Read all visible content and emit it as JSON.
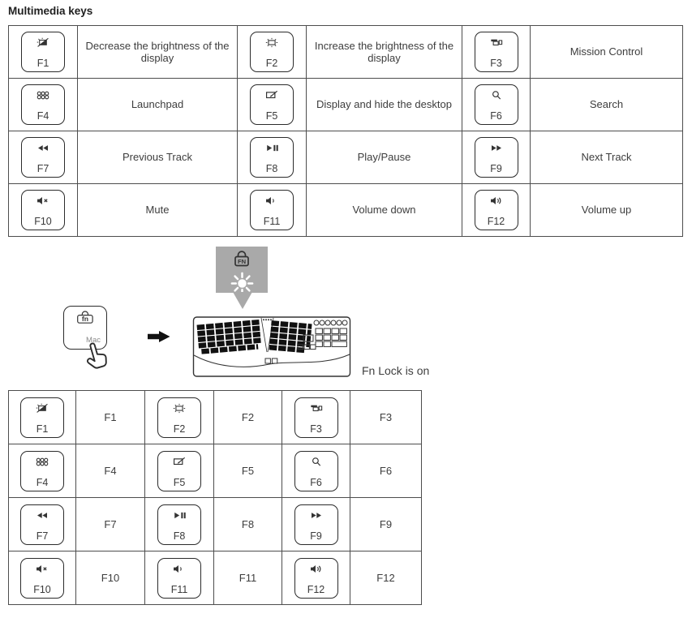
{
  "title": "Multimedia keys",
  "colors": {
    "line": "#4d4d4d",
    "text": "#3d3d3d",
    "callout_gray": "#a9a9a9",
    "key_border": "#2b2b2b"
  },
  "multimedia": {
    "rows": [
      [
        {
          "key": "F1",
          "icon": "brightness-down"
        },
        {
          "text": "Decrease the brightness of the display"
        },
        {
          "key": "F2",
          "icon": "brightness-up"
        },
        {
          "text": "Increase the brightness of the display"
        },
        {
          "key": "F3",
          "icon": "mission-control"
        },
        {
          "text": "Mission Control"
        }
      ],
      [
        {
          "key": "F4",
          "icon": "launchpad"
        },
        {
          "text": "Launchpad"
        },
        {
          "key": "F5",
          "icon": "desktop"
        },
        {
          "text": "Display and hide the desktop"
        },
        {
          "key": "F6",
          "icon": "search"
        },
        {
          "text": "Search"
        }
      ],
      [
        {
          "key": "F7",
          "icon": "prev-track"
        },
        {
          "text": "Previous Track"
        },
        {
          "key": "F8",
          "icon": "play-pause"
        },
        {
          "text": "Play/Pause"
        },
        {
          "key": "F9",
          "icon": "next-track"
        },
        {
          "text": "Next Track"
        }
      ],
      [
        {
          "key": "F10",
          "icon": "mute"
        },
        {
          "text": "Mute"
        },
        {
          "key": "F11",
          "icon": "volume-down"
        },
        {
          "text": "Volume down"
        },
        {
          "key": "F12",
          "icon": "volume-up"
        },
        {
          "text": "Volume up"
        }
      ]
    ]
  },
  "fn_section": {
    "fn_key": {
      "label": "fn",
      "sublabel": "Mac"
    },
    "lock_label": "FN",
    "caption": "Fn Lock is on"
  },
  "fnlock": {
    "rows": [
      [
        {
          "key": "F1",
          "icon": "brightness-down"
        },
        {
          "text": "F1"
        },
        {
          "key": "F2",
          "icon": "brightness-up"
        },
        {
          "text": "F2"
        },
        {
          "key": "F3",
          "icon": "mission-control"
        },
        {
          "text": "F3"
        }
      ],
      [
        {
          "key": "F4",
          "icon": "launchpad"
        },
        {
          "text": "F4"
        },
        {
          "key": "F5",
          "icon": "desktop"
        },
        {
          "text": "F5"
        },
        {
          "key": "F6",
          "icon": "search"
        },
        {
          "text": "F6"
        }
      ],
      [
        {
          "key": "F7",
          "icon": "prev-track"
        },
        {
          "text": "F7"
        },
        {
          "key": "F8",
          "icon": "play-pause"
        },
        {
          "text": "F8"
        },
        {
          "key": "F9",
          "icon": "next-track"
        },
        {
          "text": "F9"
        }
      ],
      [
        {
          "key": "F10",
          "icon": "mute"
        },
        {
          "text": "F10"
        },
        {
          "key": "F11",
          "icon": "volume-down"
        },
        {
          "text": "F11"
        },
        {
          "key": "F12",
          "icon": "volume-up"
        },
        {
          "text": "F12"
        }
      ]
    ]
  }
}
